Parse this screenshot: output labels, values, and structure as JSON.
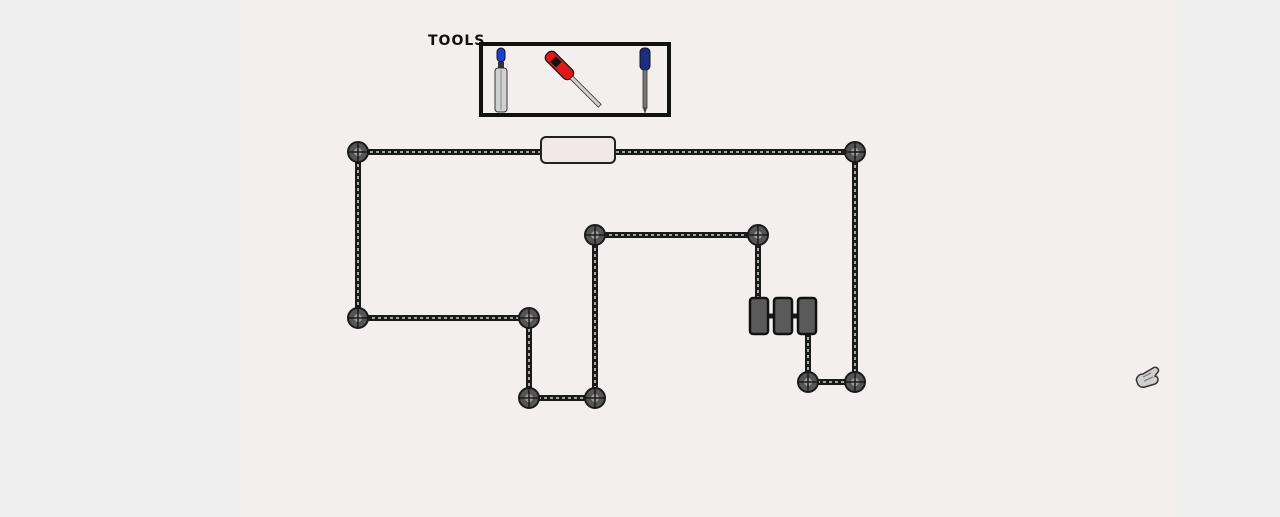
{
  "toolbox": {
    "label": "TOOLS",
    "tools": [
      {
        "name": "screwdriver-blue",
        "handle_color": "#1a3fd1"
      },
      {
        "name": "screwdriver-red",
        "handle_color": "#e01818"
      },
      {
        "name": "screwdriver-dark-blue",
        "handle_color": "#1b2f80"
      }
    ]
  },
  "colors": {
    "background_outer": "#efefef",
    "stage": "#f4efef",
    "pipe": "#222222",
    "node": "#555555",
    "cell": "#5a5a5a"
  },
  "icons": {
    "cursor": "hand-cursor-icon"
  }
}
